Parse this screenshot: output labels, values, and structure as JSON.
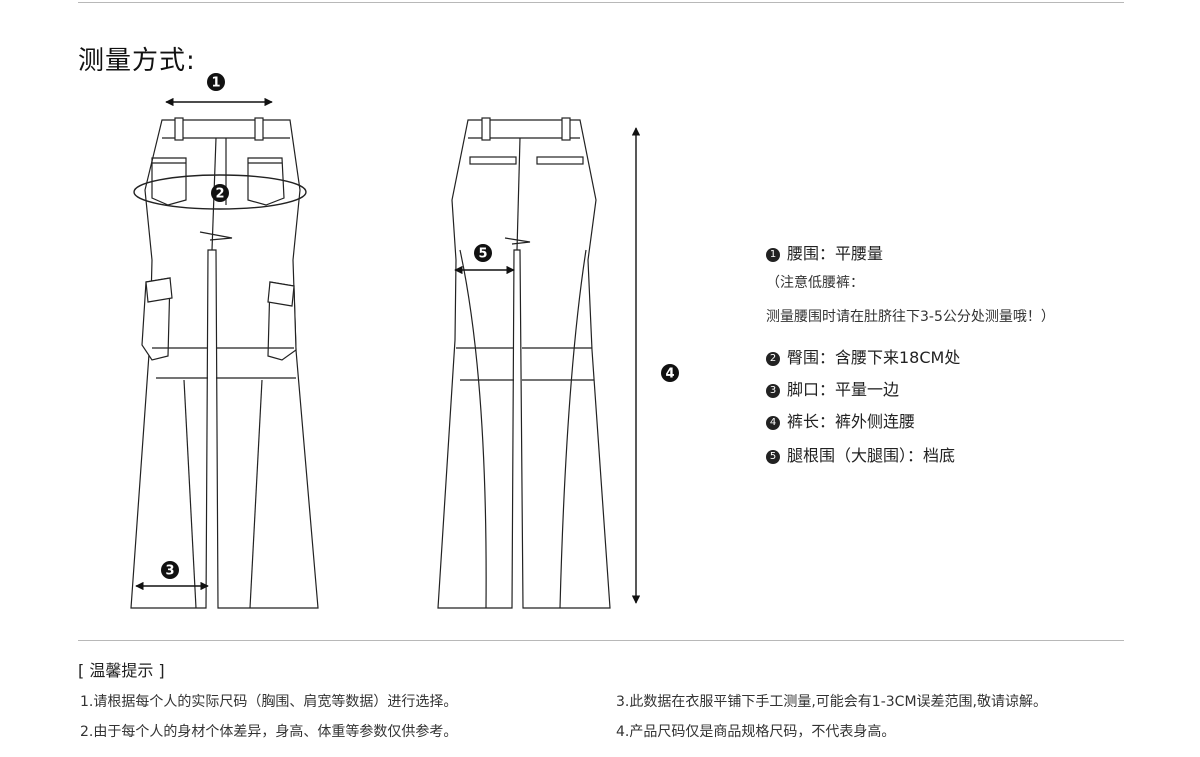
{
  "heading": "测量方式:",
  "markers": [
    "1",
    "2",
    "3",
    "4",
    "5"
  ],
  "legend": [
    {
      "num": "❶",
      "text": "腰围：平腰量"
    },
    {
      "num": "❷",
      "text": "臀围：含腰下来18CM处"
    },
    {
      "num": "❸",
      "text": "脚口：平量一边"
    },
    {
      "num": "❹",
      "text": "裤长：裤外侧连腰"
    },
    {
      "num": "❺",
      "text": "腿根围（大腿围）：档底"
    }
  ],
  "waist_note": {
    "line1": "（注意低腰裤：",
    "line2": "测量腰围时请在肚脐往下3-5公分处测量哦！）"
  },
  "tips": {
    "title": "[ 温馨提示 ]",
    "items": [
      "1.请根据每个人的实际尺码（胸围、肩宽等数据）进行选择。",
      "2.由于每个人的身材个体差异，身高、体重等参数仅供参考。",
      "3.此数据在衣服平铺下手工测量,可能会有1-3CM误差范围,敬请谅解。",
      "4.产品尺码仅是商品规格尺码，不代表身高。"
    ]
  }
}
